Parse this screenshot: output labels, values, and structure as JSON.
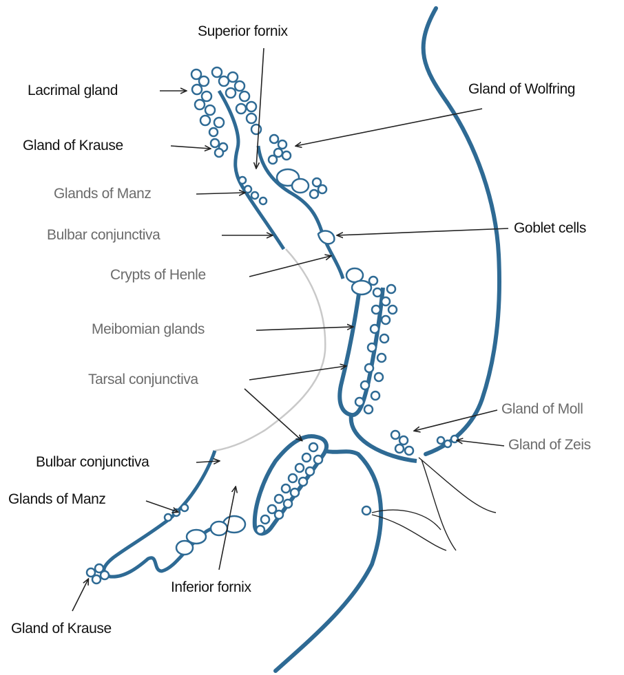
{
  "labels": {
    "superior_fornix": "Superior fornix",
    "lacrimal_gland": "Lacrimal gland",
    "gland_of_wolfring": "Gland of Wolfring",
    "gland_of_krause_top": "Gland of Krause",
    "glands_of_manz_top": "Glands of Manz",
    "bulbar_conjunctiva_top": "Bulbar conjunctiva",
    "goblet_cells": "Goblet cells",
    "crypts_of_henle": "Crypts of Henle",
    "meibomian_glands": "Meibomian glands",
    "tarsal_conjunctiva": "Tarsal conjunctiva",
    "gland_of_moll": "Gland of Moll",
    "gland_of_zeis": "Gland of Zeis",
    "bulbar_conjunctiva_bottom": "Bulbar conjunctiva",
    "glands_of_manz_bottom": "Glands of Manz",
    "inferior_fornix": "Inferior fornix",
    "gland_of_krause_bottom": "Gland of Krause"
  },
  "colors": {
    "tissue": "#2e6a94",
    "gland_fill": "#ffffff",
    "conjunctiva_thin": "#c9c9c9",
    "arrow": "#222222",
    "label_dark": "#111111",
    "label_grey": "#6b6b6b"
  }
}
